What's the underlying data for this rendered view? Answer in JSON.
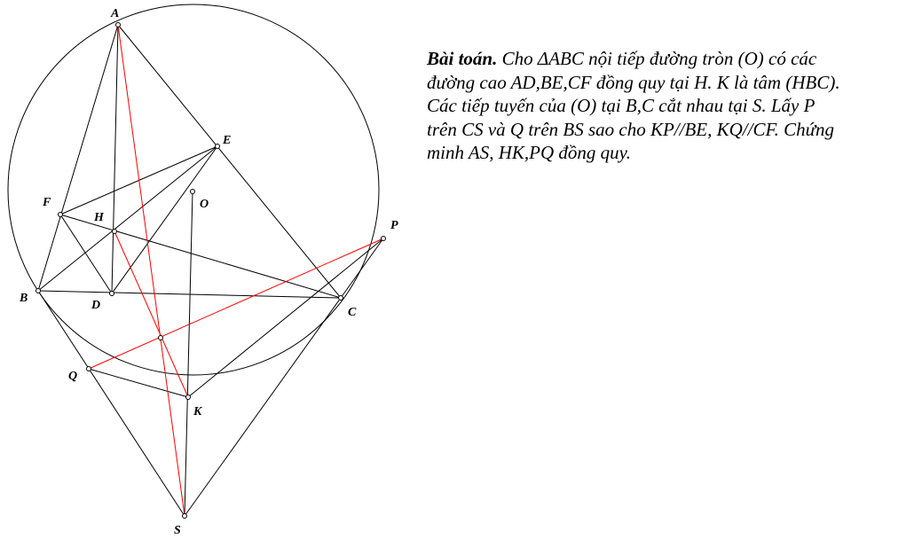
{
  "problem": {
    "title": "Bài toán.",
    "lines": [
      "Cho ΔABC nội tiếp đường tròn (O) có các",
      "đường cao AD,BE,CF đồng quy tại H. K là tâm (HBC).",
      "Các tiếp tuyến của (O) tại B,C cắt nhau tại S. Lấy P",
      "trên CS và Q trên BS sao cho KP//BE, KQ//CF. Chứng",
      "minh AS, HK,PQ đồng quy."
    ]
  },
  "points": {
    "A": "A",
    "B": "B",
    "C": "C",
    "D": "D",
    "E": "E",
    "F": "F",
    "H": "H",
    "O": "O",
    "P": "P",
    "Q": "Q",
    "K": "K",
    "S": "S"
  },
  "colors": {
    "black_line": "#000000",
    "red_line": "#ff0000",
    "point_fill": "#ffffff"
  }
}
